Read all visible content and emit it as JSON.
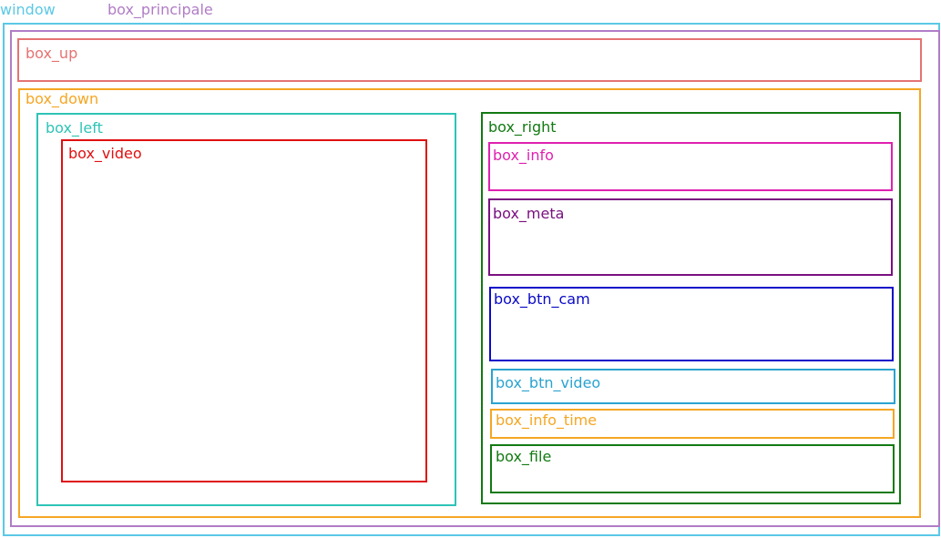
{
  "colors": {
    "window": "#5bc8e6",
    "box_principale": "#b07cc6",
    "box_up": "#e57373",
    "box_down": "#f5a623",
    "box_left": "#2ec4b6",
    "box_video": "#e01010",
    "box_right": "#127a12",
    "box_info": "#e020b0",
    "box_meta": "#7a1080",
    "box_btn_cam": "#0a0ac8",
    "box_btn_video": "#2aa3d0",
    "box_info_time": "#f5a623",
    "box_file": "#127a12"
  },
  "labels": {
    "window": "window",
    "box_principale": "box_principale",
    "box_up": "box_up",
    "box_down": "box_down",
    "box_left": "box_left",
    "box_video": "box_video",
    "box_right": "box_right",
    "box_info": "box_info",
    "box_meta": "box_meta",
    "box_btn_cam": "box_btn_cam",
    "box_btn_video": "box_btn_video",
    "box_info_time": "box_info_time",
    "box_file": "box_file"
  }
}
